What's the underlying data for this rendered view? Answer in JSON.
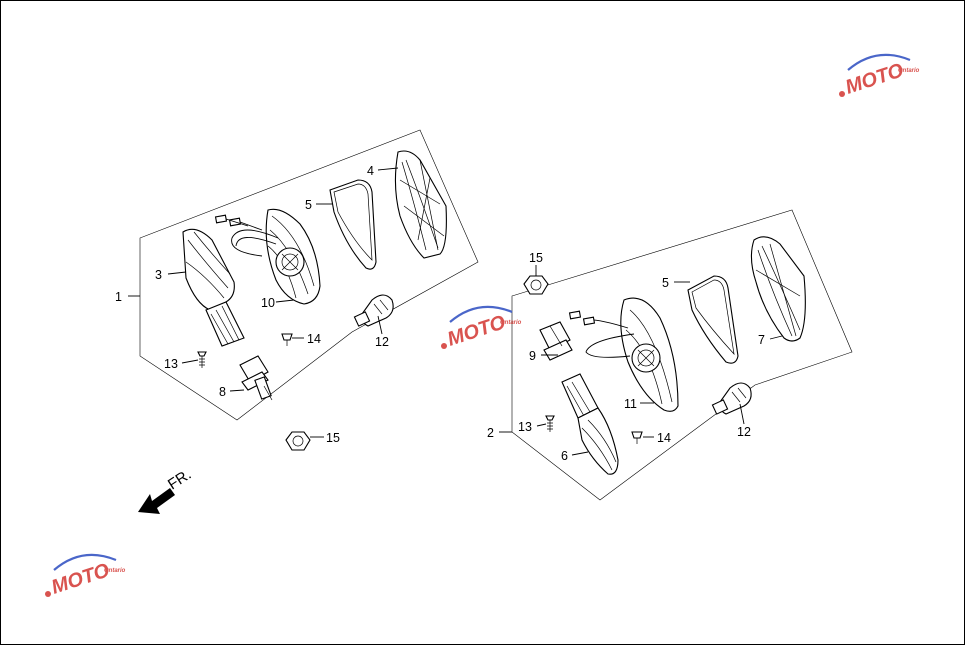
{
  "direction": {
    "label": "FR."
  },
  "watermark": {
    "text": "MOTO",
    "subtext": "Ontario"
  },
  "colors": {
    "watermark_red": "#d9534f",
    "watermark_blue": "#4a66c9",
    "line": "#000000"
  },
  "callouts": {
    "c1": "1",
    "c2": "2",
    "c3": "3",
    "c4": "4",
    "c5a": "5",
    "c5b": "5",
    "c6": "6",
    "c7": "7",
    "c8": "8",
    "c9": "9",
    "c10": "10",
    "c11": "11",
    "c12a": "12",
    "c12b": "12",
    "c13a": "13",
    "c13b": "13",
    "c14a": "14",
    "c14b": "14",
    "c15a": "15",
    "c15b": "15"
  }
}
